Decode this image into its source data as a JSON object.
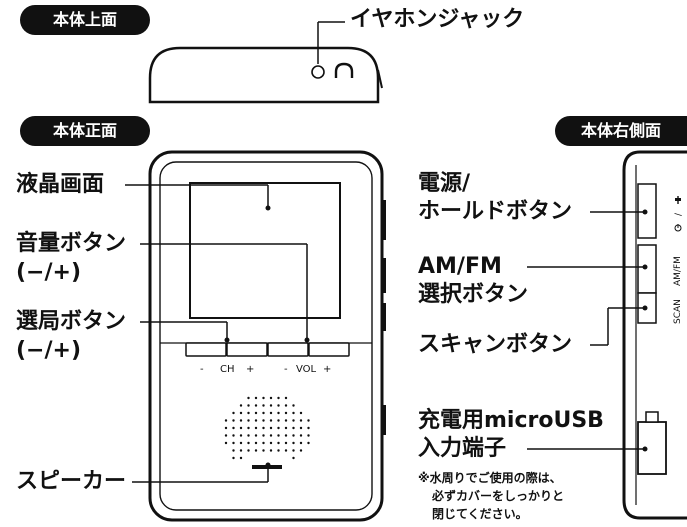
{
  "sections": {
    "top": "本体上面",
    "front": "本体正面",
    "right_side": "本体右側面"
  },
  "labels": {
    "earphone_jack": "イヤホンジャック",
    "lcd": "液晶画面",
    "volume_line1": "音量ボタン",
    "volume_line2": "(−/+)",
    "channel_line1": "選局ボタン",
    "channel_line2": "(−/+)",
    "speaker": "スピーカー",
    "power_line1": "電源/",
    "power_line2": "ホールドボタン",
    "amfm_line1": "AM/FM",
    "amfm_line2": "選択ボタン",
    "scan": "スキャンボタン",
    "usb_line1": "充電用microUSB",
    "usb_line2": "入力端子"
  },
  "device_marks": {
    "ch_minus": "-",
    "ch_label": "CH",
    "ch_plus": "+",
    "vol_minus": "-",
    "vol_label": "VOL",
    "vol_plus": "+",
    "side_scan": "SCAN",
    "side_amfm": "AM/FM"
  },
  "note": {
    "line1": "※水周りでご使用の際は、",
    "line2": "必ずカバーをしっかりと",
    "line3": "閉じてください。"
  }
}
